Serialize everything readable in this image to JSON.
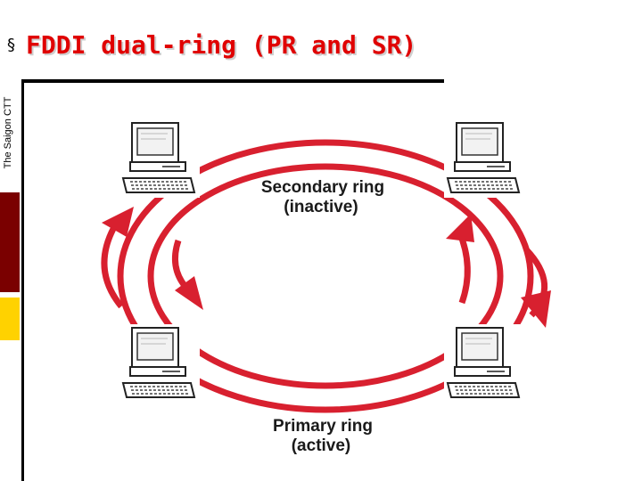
{
  "slide": {
    "bullet": "§",
    "title": "FDDI dual-ring (PR and SR)",
    "side_label": "The Saigon CTT"
  },
  "diagram": {
    "secondary_label_line1": "Secondary ring",
    "secondary_label_line2": "(inactive)",
    "primary_label_line1": "Primary ring",
    "primary_label_line2": "(active)"
  },
  "colors": {
    "ring_red": "#d8202f",
    "title_red": "#e00000",
    "sidebar_red": "#7a0000",
    "sidebar_yellow": "#ffd200"
  },
  "icons": [
    "computer-icon",
    "computer-icon",
    "computer-icon",
    "computer-icon"
  ]
}
